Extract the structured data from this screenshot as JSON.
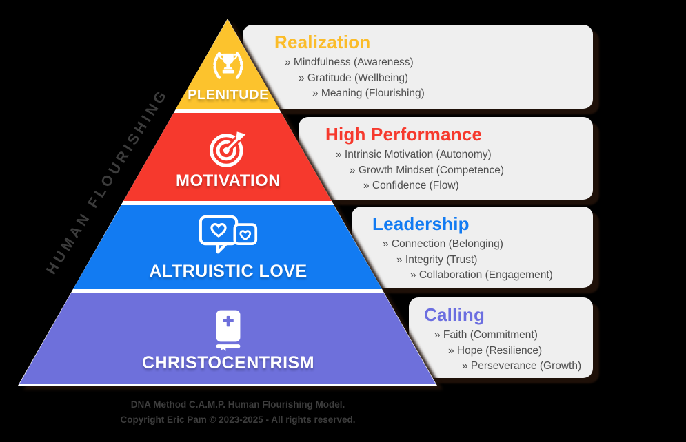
{
  "side_label": "HUMAN FLOURISHING",
  "levels": [
    {
      "label": "PLENITUDE",
      "icon": "trophy-laurel-icon",
      "color": "#FCC32D",
      "panel": {
        "heading": "Realization",
        "heading_color": "#FBBC29",
        "items": [
          "» Mindfulness (Awareness)",
          "» Gratitude (Wellbeing)",
          "» Meaning (Flourishing)"
        ]
      }
    },
    {
      "label": "MOTIVATION",
      "icon": "target-dart-icon",
      "color": "#F6392D",
      "panel": {
        "heading": "High Performance",
        "heading_color": "#F6392D",
        "items": [
          "» Intrinsic Motivation (Autonomy)",
          "» Growth Mindset (Competence)",
          "» Confidence (Flow)"
        ]
      }
    },
    {
      "label": "ALTRUISTIC LOVE",
      "icon": "chat-hearts-icon",
      "color": "#127BF2",
      "panel": {
        "heading": "Leadership",
        "heading_color": "#127BF2",
        "items": [
          "» Connection (Belonging)",
          "» Integrity (Trust)",
          "» Collaboration (Engagement)"
        ]
      }
    },
    {
      "label": "CHRISTOCENTRISM",
      "icon": "bible-icon",
      "color": "#6E70DB",
      "panel": {
        "heading": "Calling",
        "heading_color": "#6B6EE0",
        "items": [
          "» Faith (Commitment)",
          "» Hope (Resilience)",
          "» Perseverance (Growth)"
        ]
      }
    }
  ],
  "footer": {
    "line1": "DNA Method C.A.M.P. Human Flourishing Model.",
    "line2": "Copyright Eric Pam © 2023-2025 - All rights reserved."
  }
}
